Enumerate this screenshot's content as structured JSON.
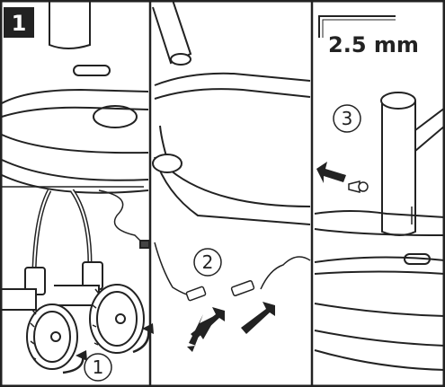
{
  "step_badge": "1",
  "labels": {
    "callout_1": "1",
    "callout_2": "2",
    "callout_3": "3",
    "tool_size": "2.5 mm"
  },
  "icons": [
    "hex-key-icon",
    "push-arrow-icon",
    "disconnect-arrows-icon",
    "rotate-arrow-icon"
  ]
}
